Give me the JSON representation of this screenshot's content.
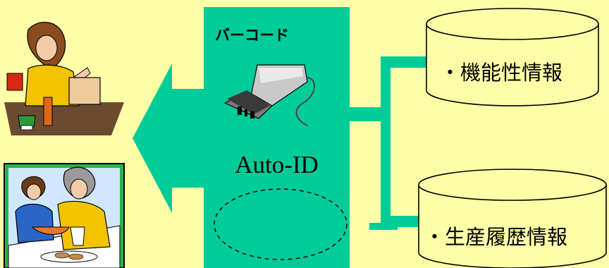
{
  "panel": {
    "title": "バーコード",
    "reader_label": "Auto-ID"
  },
  "databases": [
    {
      "label": "・機能性情報"
    },
    {
      "label": "・生産履歴情報"
    }
  ],
  "colors": {
    "background": "#FFFFA8",
    "panel": "#00CC99",
    "arrow": "#00CC99",
    "connector": "#00CC99",
    "database_fill": "#FFFFA8",
    "outline": "#000000"
  },
  "icons": [
    "shopping-woman-icon",
    "cooking-family-icon",
    "barcode-scanner-icon"
  ]
}
